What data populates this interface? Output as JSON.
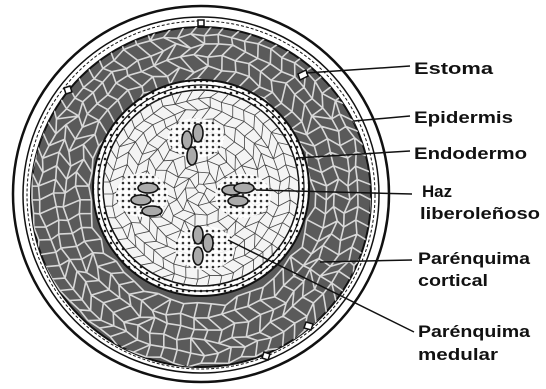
{
  "figure": {
    "labels": {
      "estoma": "Estoma",
      "epidermis": "Epidermis",
      "endodermo": "Endodermo",
      "haz_1": "Haz",
      "haz_2": "liberoleñoso",
      "par_cortical_1": "Parénquima",
      "par_cortical_2": "cortical",
      "par_medular_1": "Parénquima",
      "par_medular_2": "medular"
    }
  },
  "colors": {
    "ink": "#111111",
    "cortex_fill": "#5a5a5a",
    "pith_fill": "#f4f4f4",
    "background": "#ffffff"
  }
}
